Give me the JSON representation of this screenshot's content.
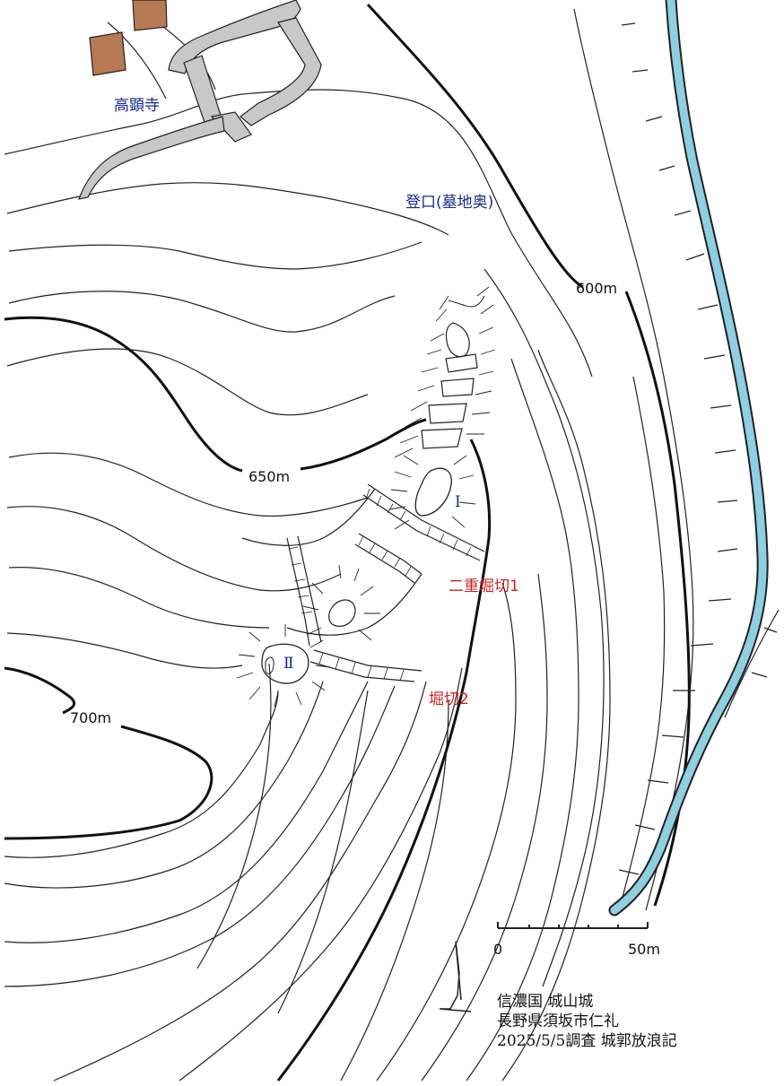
{
  "labels": {
    "temple": "高顕寺",
    "trailhead": "登口(墓地奥)",
    "contour_600": "600m",
    "contour_650": "650m",
    "contour_700": "700m",
    "enclosure_1": "Ⅰ",
    "enclosure_2": "Ⅱ",
    "moat_double": "二重堀切1",
    "moat_2": "堀切2"
  },
  "scale_bar": {
    "start_label": "0",
    "end_label": "50m"
  },
  "caption": {
    "line1": "信濃国 城山城",
    "line2": "長野県須坂市仁礼",
    "line3": "2025/5/5調査 城郭放浪記"
  },
  "colors": {
    "river": "#8ecfe0",
    "building": "#b87a55",
    "road": "#c8c8c8",
    "label_blue": "#1a2a8a",
    "label_red": "#cc2222"
  }
}
